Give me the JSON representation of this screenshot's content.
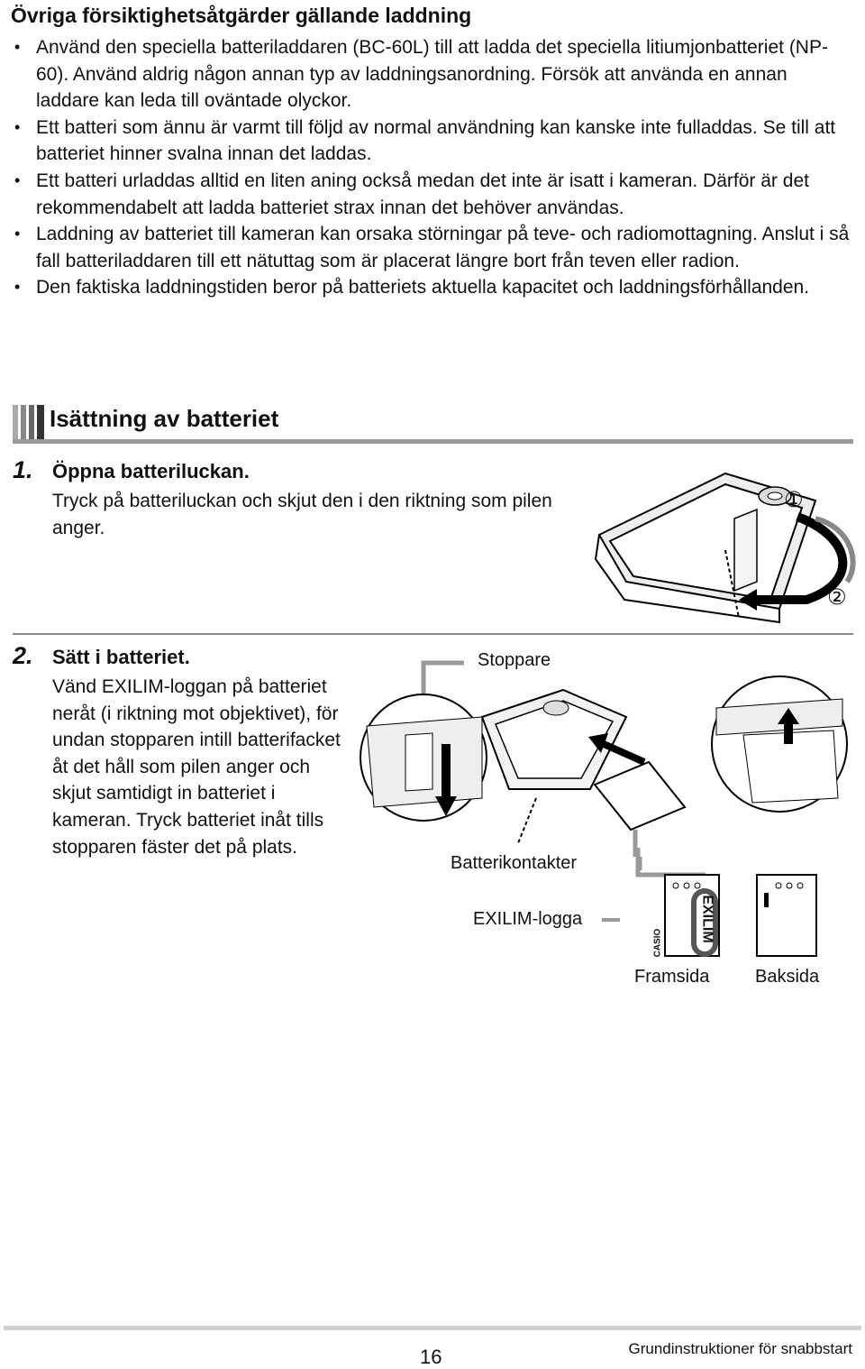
{
  "heading": "Övriga försiktighetsåtgärder gällande laddning",
  "bullets": [
    "Använd den speciella batteriladdaren (BC-60L) till att ladda det speciella litiumjonbatteriet (NP-60). Använd aldrig någon annan typ av laddningsanordning. Försök att använda en annan laddare kan leda till oväntade olyckor.",
    "Ett batteri som ännu är varmt till följd av normal användning kan kanske inte fulladdas. Se till att batteriet hinner svalna innan det laddas.",
    "Ett batteri urladdas alltid en liten aning också medan det inte är isatt i kameran. Därför är det rekommendabelt att ladda batteriet strax innan det behöver användas.",
    "Laddning av batteriet till kameran kan orsaka störningar på teve- och radiomottagning. Anslut i så fall batteriladdaren till ett nätuttag som är placerat längre bort från teven eller radion.",
    "Den faktiska laddningstiden beror på batteriets aktuella kapacitet och laddningsförhållanden."
  ],
  "section_title": "Isättning av batteriet",
  "step1": {
    "number": "1.",
    "title": "Öppna batteriluckan.",
    "text": "Tryck på batteriluckan och skjut den i den riktning som pilen anger.",
    "marker_1": "①",
    "marker_2": "②"
  },
  "step2": {
    "number": "2.",
    "title": "Sätt i batteriet.",
    "text": "Vänd EXILIM-loggan på batteriet neråt (i riktning mot objektivet), för undan stopparen intill batterifacket åt det håll som pilen anger och skjut samtidigt in batteriet i kameran. Tryck batteriet inåt tills stopparen fäster det på plats."
  },
  "labels": {
    "stoppare": "Stoppare",
    "batterikontakter": "Batterikontakter",
    "exilim_logga": "EXILIM-logga",
    "framsida": "Framsida",
    "baksida": "Baksida"
  },
  "battery_logo": {
    "brand": "CASIO",
    "model": "EXILIM"
  },
  "footer": {
    "page_number": "16",
    "text": "Grundinstruktioner för snabbstart"
  }
}
